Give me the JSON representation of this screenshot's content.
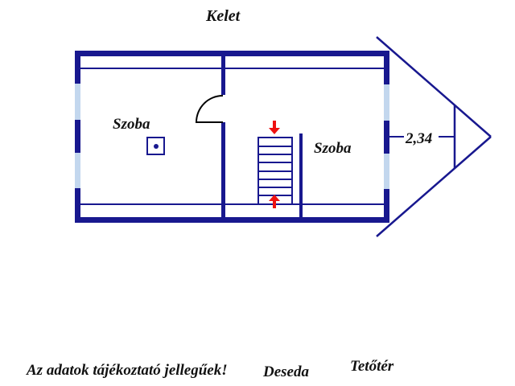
{
  "header": {
    "compass_label": "Kelet"
  },
  "plan": {
    "room_left_label": "Szoba",
    "room_right_label": "Szoba",
    "gable_dimension": "2,34",
    "stairs": {
      "treads": 8
    }
  },
  "footer": {
    "disclaimer": "Az adatok tájékoztató jellegűek!",
    "location_label": "Deseda",
    "level_label": "Tetőtér"
  },
  "theme": {
    "wall": "#18188f",
    "window": "#c3d7ee",
    "arrow": "#ee1111",
    "ink": "#121212",
    "door": "#000000",
    "bg": "#ffffff"
  }
}
